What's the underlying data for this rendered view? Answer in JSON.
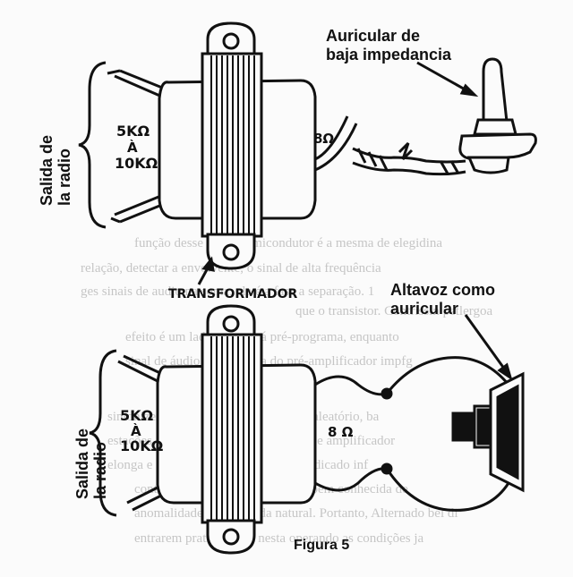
{
  "top": {
    "side_label_line1": "Salida de",
    "side_label_line2": "la radio",
    "impedance_primary_1": "5KΩ",
    "impedance_primary_2": "À",
    "impedance_primary_3": "10KΩ",
    "impedance_secondary": "8Ω",
    "earphone_label_line1": "Auricular de",
    "earphone_label_line2": "baja impedancia",
    "transformer_label": "TRANSFORMADOR"
  },
  "bottom": {
    "side_label_line1": "Salida de",
    "side_label_line2": "la radio",
    "impedance_primary_1": "5KΩ",
    "impedance_primary_2": "À",
    "impedance_primary_3": "10KΩ",
    "impedance_secondary": "8 Ω",
    "speaker_label_line1": "Altavoz como",
    "speaker_label_line2": "auricular"
  },
  "figure_caption": "Figura 5",
  "background_text_lines": [
    "função desse diodo semicondutor é a mesma de elegidina",
    "relação, detectar a envolvente, o sinal de alta frequência",
    "ges sinais de audio na soma, ela é a fase a separação. 1",
    "que o transistor. Contrissin petlergoa",
    "efeito é um lado onda será pré-programa, enquanto",
    "sinal de áudio para a saída do pré-amplificador impfg",
    "sintonizemos o fone ao ouvido, se for aleatório, ba",
    "estações em um som audível, o pé desse amplificador",
    "elonga e cristal de magnetização foi indicado inf",
    "contam uma possibilidade como bem conhecida de",
    "anomalidade nas cores da natural. Portanto, Alternado bel di",
    "entrarem praticamente nesta operando as condições ja"
  ]
}
